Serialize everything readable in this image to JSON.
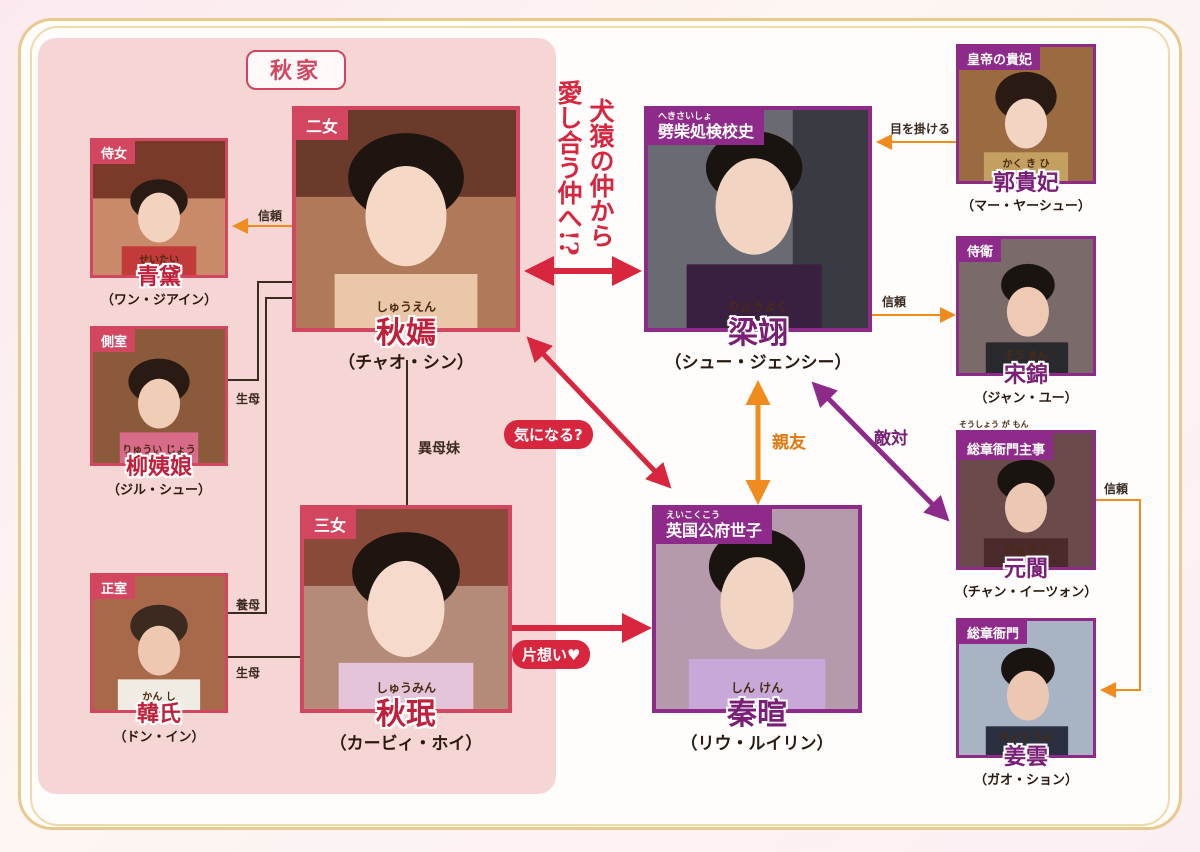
{
  "family": {
    "title": "秋家"
  },
  "tagline": {
    "line1": "犬猿の仲から",
    "line2": "愛し合う仲へ!?"
  },
  "characters": {
    "seitai": {
      "role": "侍女",
      "ruby": "せいたい",
      "name": "青黛",
      "actor": "（ワン・ジアイン）"
    },
    "ryuijou": {
      "role": "側室",
      "ruby": "りゅうい じょう",
      "name": "柳姨娘",
      "actor": "（ジル・シュー）"
    },
    "kanshi": {
      "role": "正室",
      "ruby": "かん し",
      "name": "韓氏",
      "actor": "（ドン・イン）"
    },
    "shuuen": {
      "role": "二女",
      "ruby": "しゅうえん",
      "name": "秋嫣",
      "actor": "（チャオ・シン）"
    },
    "shuumin": {
      "role": "三女",
      "ruby": "しゅうみん",
      "name": "秋珉",
      "actor": "（カービィ・ホイ）"
    },
    "ryouyoku": {
      "role": "劈柴処検校史",
      "role_ruby": "へきさいしょ",
      "ruby": "りょうよく",
      "name": "梁翊",
      "actor": "（シュー・ジェンシー）"
    },
    "shinken": {
      "role": "英国公府世子",
      "role_ruby": "えいこくこう",
      "ruby": "しん けん",
      "name": "秦暄",
      "actor": "（リウ・ルイリン）"
    },
    "kakukihi": {
      "role": "皇帝の貴妃",
      "ruby": "かく き ひ",
      "name": "郭貴妃",
      "actor": "（マー・ヤーシュー）"
    },
    "soukin": {
      "role": "侍衛",
      "ruby": "そう きん",
      "name": "宋錦",
      "actor": "（ジャン・ユー）"
    },
    "genrou": {
      "role": "総章衙門主事",
      "role_ruby": "そうしょう が もん",
      "ruby": "げん ろう",
      "name": "元閬",
      "actor": "（チャン・イーツォン）"
    },
    "kyouun": {
      "role": "総章衙門",
      "ruby": "きょう うん",
      "name": "姜雲",
      "actor": "（ガオ・ション）"
    }
  },
  "relations": {
    "trust1": "信頼",
    "birth1": "生母",
    "adopt": "養母",
    "birth2": "生母",
    "half_sister": "異母妹",
    "curious": "気になる?",
    "unrequited": "片想い♥",
    "friend": "親友",
    "rival": "敵対",
    "eye": "目を掛ける",
    "trust2": "信頼",
    "trust3": "信頼"
  },
  "colors": {
    "pink": "#d8263f",
    "purple": "#8e2b8a",
    "orange": "#f08c1e",
    "family_bg": "#f6d5d5",
    "red_role": "#d2465f",
    "gold": "#e8c98e"
  }
}
